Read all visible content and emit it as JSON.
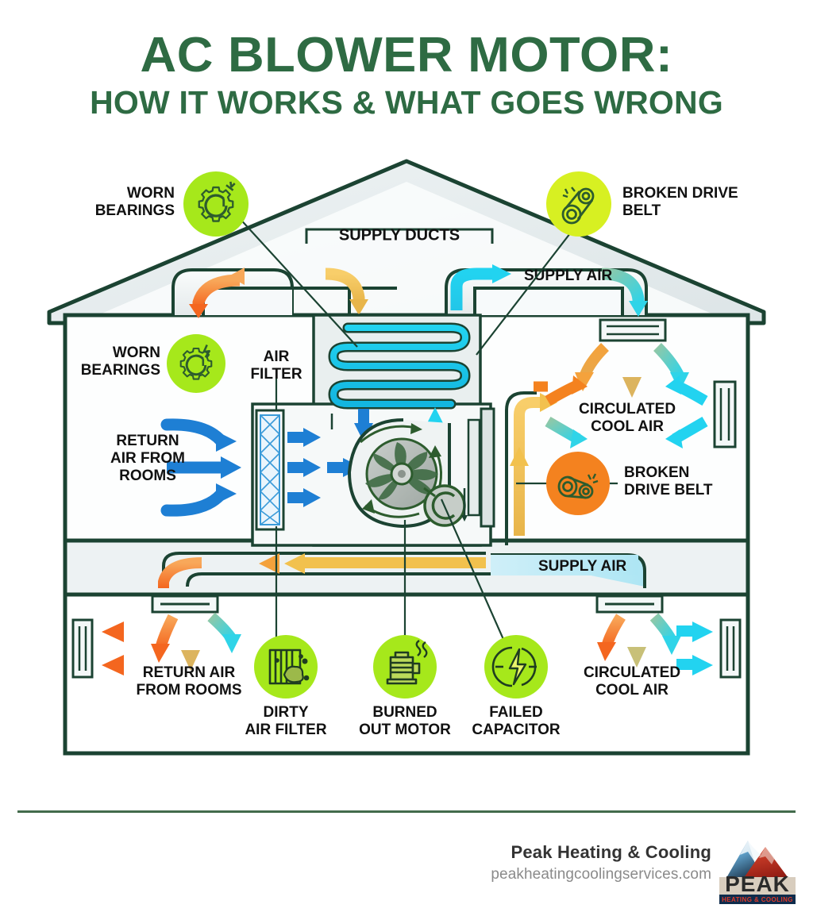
{
  "title": {
    "line1": "AC BLOWER MOTOR:",
    "line2": "HOW IT WORKS & WHAT GOES WRONG",
    "color": "#2E6B43"
  },
  "diagram": {
    "labels": {
      "supply_ducts": "SUPPLY DUCTS",
      "supply_air_upper": "SUPPLY AIR",
      "supply_air_lower": "SUPPLY AIR",
      "air_filter_l1": "AIR",
      "air_filter_l2": "FILTER",
      "return_air_mid_l1": "RETURN",
      "return_air_mid_l2": "AIR FROM",
      "return_air_mid_l3": "ROOMS",
      "circulated_mid_l1": "CIRCULATED",
      "circulated_mid_l2": "COOL AIR",
      "return_air_bottom_l1": "RETURN AIR",
      "return_air_bottom_l2": "FROM ROOMS",
      "circulated_bottom_l1": "CIRCULATED",
      "circulated_bottom_l2": "COOL AIR"
    },
    "badges": [
      {
        "id": "worn-bearings-top",
        "icon": "gear-spark-icon",
        "label_l1": "WORN",
        "label_l2": "BEARINGS",
        "color": "#A6E81B",
        "icon_color": "#2D5C2E",
        "label_position": "left"
      },
      {
        "id": "broken-drive-belt-top",
        "icon": "drive-belt-break-icon",
        "label_l1": "BROKEN DRIVE",
        "label_l2": "BELT",
        "color": "#D7F022",
        "icon_color": "#2D5C2E",
        "label_position": "right"
      },
      {
        "id": "worn-bearings-inner",
        "icon": "gear-spark-icon",
        "label_l1": "WORN",
        "label_l2": "BEARINGS",
        "color": "#A6E81B",
        "icon_color": "#2D5C2E",
        "label_position": "left"
      },
      {
        "id": "broken-drive-belt-inner",
        "icon": "drive-belt-break-icon",
        "label_l1": "BROKEN",
        "label_l2": "DRIVE BELT",
        "color": "#F4821F",
        "icon_color": "#2D5C2E",
        "label_position": "right"
      },
      {
        "id": "dirty-air-filter",
        "icon": "dirty-filter-icon",
        "label_l1": "DIRTY",
        "label_l2": "AIR FILTER",
        "color": "#A6E81B",
        "icon_color": "#1F3D20",
        "label_position": "below"
      },
      {
        "id": "burned-out-motor",
        "icon": "motor-smoke-icon",
        "label_l1": "BURNED",
        "label_l2": "OUT MOTOR",
        "color": "#A6E81B",
        "icon_color": "#1F3D20",
        "label_position": "below"
      },
      {
        "id": "failed-capacitor",
        "icon": "capacitor-bolt-icon",
        "label_l1": "FAILED",
        "label_l2": "CAPACITOR",
        "color": "#A6E81B",
        "icon_color": "#1F3D20",
        "label_position": "below"
      }
    ],
    "colors": {
      "outline": "#1B4332",
      "house_fill": "#F2F6F6",
      "roof_fill": "#E4EBEC",
      "coil": "#1FC8F0",
      "return_arrow": "#1E7FD4",
      "warm_arrow": "#F4821F",
      "neutral_arrow": "#F2C14E",
      "cool_arrow": "#25D6E8",
      "badge_green": "#A6E81B",
      "badge_orange": "#F4821F"
    }
  },
  "footer": {
    "brand": "Peak Heating & Cooling",
    "url": "peakheatingcoolingservices.com",
    "logo": {
      "wordmark": "PEAK",
      "tagline": "HEATING & COOLING"
    }
  }
}
